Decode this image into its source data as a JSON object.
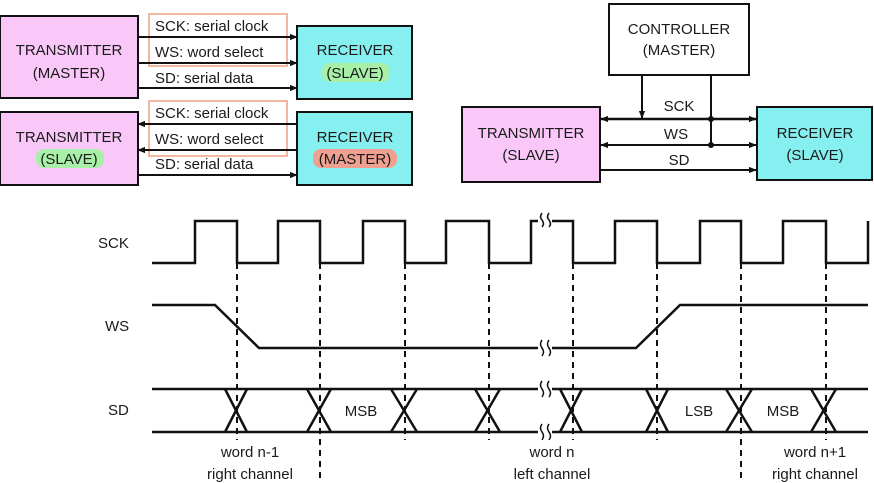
{
  "colors": {
    "transmitter_fill": "#f9c8f9",
    "receiver_fill": "#86f0f0",
    "slave_highlight": "#a8f0a8",
    "master_highlight": "#f0a090",
    "controller_fill": "#ffffff",
    "signal_box_border": "#f0b8a0",
    "line": "#111111"
  },
  "top_left": {
    "diagram1": {
      "transmitter_line1": "TRANSMITTER",
      "transmitter_line2": "(MASTER)",
      "receiver_line1": "RECEIVER",
      "receiver_line2": "(SLAVE)",
      "sck": "SCK: serial clock",
      "ws": "WS: word select",
      "sd": "SD: serial data"
    },
    "diagram2": {
      "transmitter_line1": "TRANSMITTER",
      "transmitter_line2": "(SLAVE)",
      "receiver_line1": "RECEIVER",
      "receiver_line2": "(MASTER)",
      "sck": "SCK: serial clock",
      "ws": "WS: word select",
      "sd": "SD: serial data"
    }
  },
  "top_right": {
    "controller_line1": "CONTROLLER",
    "controller_line2": "(MASTER)",
    "transmitter_line1": "TRANSMITTER",
    "transmitter_line2": "(SLAVE)",
    "receiver_line1": "RECEIVER",
    "receiver_line2": "(SLAVE)",
    "sck": "SCK",
    "ws": "WS",
    "sd": "SD"
  },
  "timing": {
    "signals": [
      "SCK",
      "WS",
      "SD"
    ],
    "data_labels": [
      "MSB",
      "LSB",
      "MSB"
    ],
    "words": [
      {
        "line1": "word n-1",
        "line2": "right channel"
      },
      {
        "line1": "word n",
        "line2": "left channel"
      },
      {
        "line1": "word n+1",
        "line2": "right channel"
      }
    ]
  }
}
